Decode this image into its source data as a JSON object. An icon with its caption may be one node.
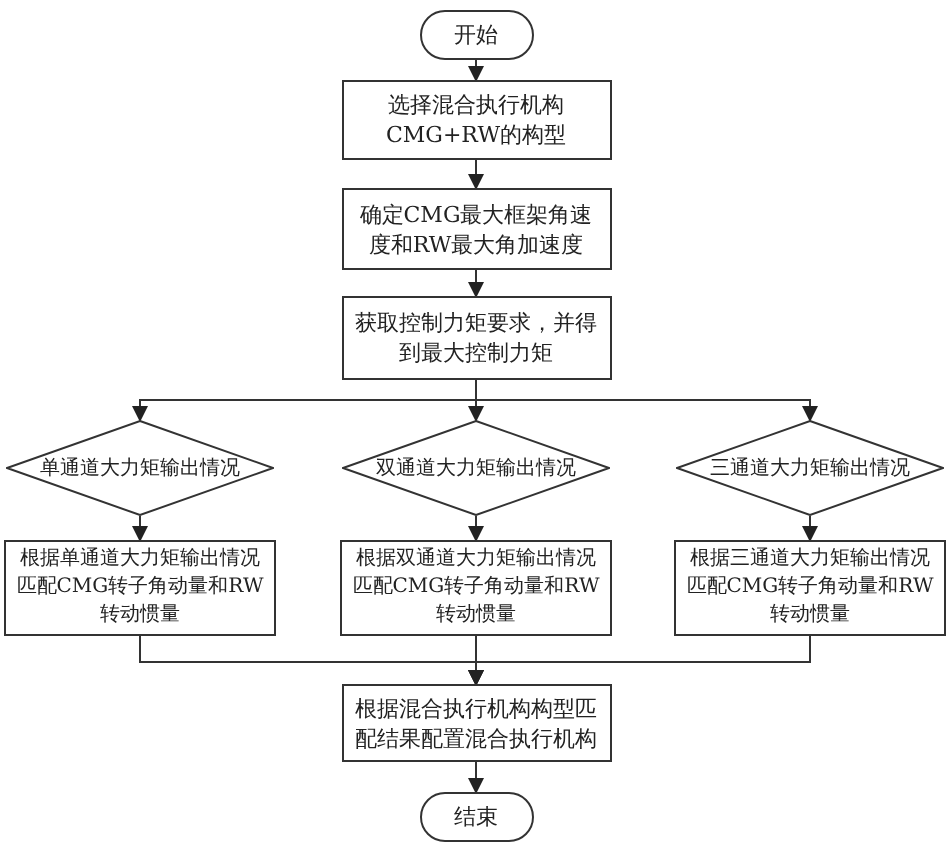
{
  "diagram": {
    "nodes": [
      {
        "text": [
          "开始"
        ]
      },
      {
        "text": [
          "选择混合执行机构CMG+RW的构型"
        ]
      },
      {
        "text": [
          "确定CMG最大框架角速度和RW最大角加速度"
        ]
      },
      {
        "text": [
          "获取控制力矩要求，并得到最大控制力矩"
        ]
      },
      {
        "text": [
          "单通道大力矩输出情况"
        ]
      },
      {
        "text": [
          "双通道大力矩输出情况"
        ]
      },
      {
        "text": [
          "三通道大力矩输出情况"
        ]
      },
      {
        "text": [
          "根据单通道大力矩输出情况匹配CMG转子角动量和RW转动惯量"
        ]
      },
      {
        "text": [
          "根据双通道大力矩输出情况匹配CMG转子角动量和RW转动惯量"
        ]
      },
      {
        "text": [
          "根据三通道大力矩输出情况匹配CMG转子角动量和RW转动惯量"
        ]
      },
      {
        "text": [
          "根据混合执行机构构型匹配结果配置混合执行机构"
        ]
      },
      {
        "text": [
          "结束"
        ]
      }
    ],
    "edges": [
      {
        "from": 0,
        "to": 1,
        "arrow": "to"
      },
      {
        "from": 1,
        "to": 2,
        "arrow": "to"
      },
      {
        "from": 2,
        "to": 3,
        "arrow": "to"
      },
      {
        "from": 3,
        "to": 4,
        "arrow": "to"
      },
      {
        "from": 3,
        "to": 5,
        "arrow": "to"
      },
      {
        "from": 3,
        "to": 6,
        "arrow": "to"
      },
      {
        "from": 4,
        "to": 7,
        "arrow": "to"
      },
      {
        "from": 5,
        "to": 8,
        "arrow": "to"
      },
      {
        "from": 6,
        "to": 9,
        "arrow": "to"
      },
      {
        "from": 7,
        "to": 10,
        "arrow": "to"
      },
      {
        "from": 8,
        "to": 10,
        "arrow": "to"
      },
      {
        "from": 9,
        "to": 10,
        "arrow": "to"
      },
      {
        "from": 10,
        "to": 11,
        "arrow": "to"
      }
    ]
  }
}
